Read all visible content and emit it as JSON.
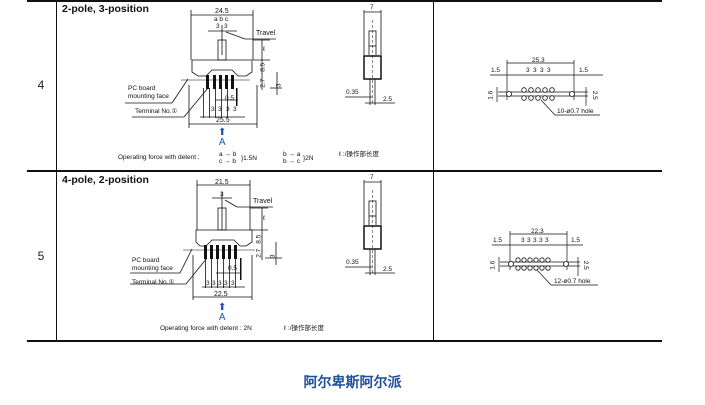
{
  "table": {
    "rows": [
      {
        "number": "4",
        "title": "2-pole, 3-position",
        "front_view": {
          "width_top": "24.5",
          "positions": "a b c",
          "pitch_top_1": "3",
          "pitch_top_2": "3",
          "travel_label": "Travel",
          "dim_l": "ℓ",
          "dim_85": "8.5",
          "dim_27": "2.7",
          "dim_3": "3",
          "pc_board_label_1": "PC board",
          "pc_board_label_2": "mounting face",
          "terminal_label": "Terminal No.①",
          "dim_05": "0.5",
          "pitches": [
            "3",
            "3",
            "3",
            "3"
          ],
          "width_bottom": "25.5",
          "view_arrow": "A"
        },
        "operating_force_label": "Operating force with detent :",
        "force_group_1": {
          "lines": [
            "a → b",
            "c → b"
          ],
          "value": "}1.5N"
        },
        "force_group_2": {
          "lines": [
            "b → a",
            "b → c"
          ],
          "value": "}2N"
        },
        "note": "ℓ :/操作部长度",
        "side_view": {
          "width": "7",
          "dim_035": "0.35",
          "dim_25": "2.5"
        },
        "pcb_layout": {
          "width": "25.3",
          "edge_left": "1.5",
          "edge_right": "1.5",
          "pitches": [
            "3",
            "3",
            "3",
            "3"
          ],
          "dim_16": "1.6",
          "dim_25": "2.5",
          "hole_label": "10-ø0.7 hole"
        }
      },
      {
        "number": "5",
        "title": "4-pole, 2-position",
        "front_view": {
          "width_top": "21.5",
          "pitch_top_1": "3",
          "travel_label": "Travel",
          "dim_l": "ℓ",
          "dim_85": "8.5",
          "dim_27": "2.7",
          "dim_3": "3",
          "pc_board_label_1": "PC board",
          "pc_board_label_2": "mounting face",
          "terminal_label": "Terminal No.①",
          "dim_05": "0.5",
          "pitches": [
            "3",
            "3",
            "3",
            "3",
            "3"
          ],
          "width_bottom": "22.5",
          "view_arrow": "A"
        },
        "operating_force_label": "Operating force with detent : 2N",
        "note": "ℓ :/操作部长度",
        "side_view": {
          "width": "7",
          "dim_035": "0.35",
          "dim_25": "2.5"
        },
        "pcb_layout": {
          "width": "22.3",
          "edge_left": "1.5",
          "edge_right": "1.5",
          "pitches": [
            "3",
            "3",
            "3",
            "3",
            "3"
          ],
          "dim_16": "1.6",
          "dim_25": "2.5",
          "hole_label": "12-ø0.7 hole"
        }
      }
    ]
  },
  "footer": {
    "brand": "阿尔卑斯阿尔派"
  },
  "colors": {
    "brand": "#1f4e9c",
    "arrow": "#1a56b0",
    "line": "#111111"
  }
}
